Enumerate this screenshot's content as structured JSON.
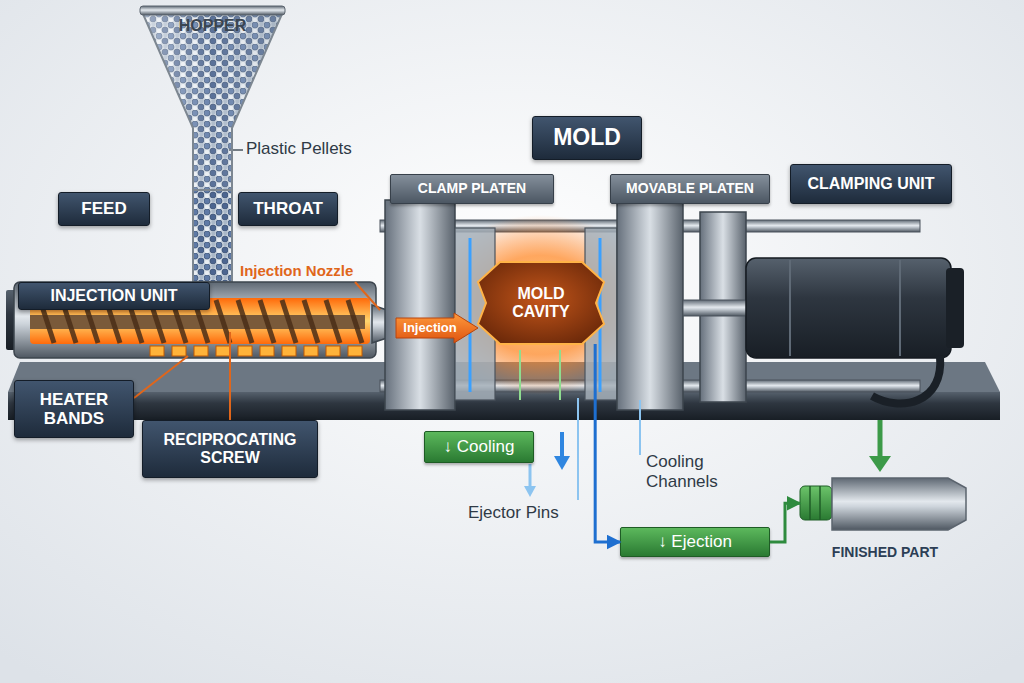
{
  "diagram": {
    "nodes": [
      {
        "text": [
          "HOPPER"
        ]
      },
      {
        "text": [
          "FEED"
        ]
      },
      {
        "text": [
          "THROAT"
        ]
      },
      {
        "text": [
          "MOLD"
        ]
      },
      {
        "text": [
          "CLAMP PLATEN"
        ]
      },
      {
        "text": [
          "MOVABLE PLATEN"
        ]
      },
      {
        "text": [
          "CLAMPING UNIT"
        ]
      },
      {
        "text": [
          "INJECTION UNIT"
        ]
      },
      {
        "text": [
          "Injection"
        ]
      },
      {
        "text": [
          "MOLD CAVITY"
        ]
      },
      {
        "text": [
          "HEATER BANDS"
        ]
      },
      {
        "text": [
          "RECIPROCATING SCREW"
        ]
      },
      {
        "text": [
          "↓ Cooling"
        ]
      },
      {
        "text": [
          "↓ Ejection"
        ]
      },
      {
        "text": [
          "FINISHED PART"
        ]
      }
    ],
    "edges": [
      {
        "from": 9,
        "to": 13,
        "arrow": "to"
      },
      {
        "from": 13,
        "to": 14,
        "arrow": "to"
      }
    ],
    "labels": [
      "Plastic Pellets",
      "Injection Nozzle",
      "Ejector Pins",
      "Cooling Channels"
    ]
  }
}
